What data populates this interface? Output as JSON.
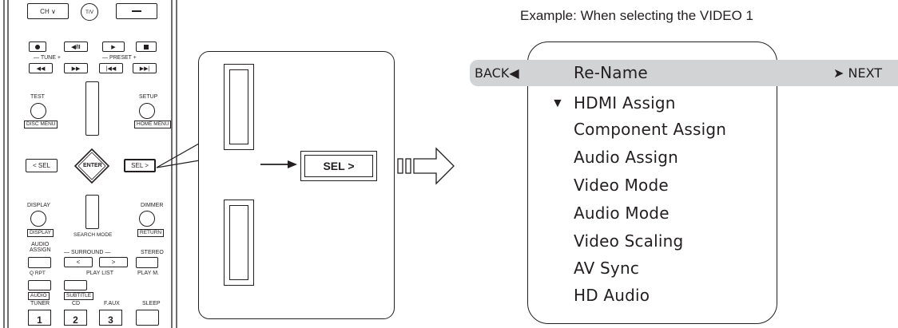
{
  "remote": {
    "ch_down": "CH ∨",
    "tv": "T/V",
    "tune_label": "—  TUNE  +",
    "preset_label": "— PRESET +",
    "test": "TEST",
    "setup": "SETUP",
    "disc_menu": "DISC MENU",
    "home_menu": "HOME MENU",
    "sel_left": "< SEL",
    "enter": "ENTER",
    "sel_right": "SEL >",
    "display": "DISPLAY",
    "dimmer": "DIMMER",
    "display_tag": "DISPLAY",
    "search_mode": "SEARCH MODE",
    "return": "RETURN",
    "audio_assign": "AUDIO\nASSIGN",
    "surround": "— SURROUND —",
    "stereo": "STEREO",
    "surr_left": "<",
    "surr_right": ">",
    "rpt": "Q RPT",
    "play_list": "PLAY LIST",
    "play_m": "PLAY M.",
    "audio": "AUDIO",
    "subtitle": "SUBTITLE",
    "tuner": "TUNER",
    "cd": "CD",
    "faux": "F.AUX",
    "sleep": "SLEEP",
    "n1": "1",
    "n2": "2",
    "n3": "3"
  },
  "zoom": {
    "sel_button": "SEL >"
  },
  "osd": {
    "caption": "Example: When selecting the VIDEO 1",
    "back": "BACK",
    "next": "NEXT",
    "items": [
      "Re-Name",
      "HDMI Assign",
      "Component Assign",
      "Audio Assign",
      "Video Mode",
      "Audio Mode",
      "Video Scaling",
      "AV Sync",
      "HD Audio"
    ]
  },
  "colors": {
    "ink": "#231f20",
    "highlight": "#d1d3d4"
  }
}
